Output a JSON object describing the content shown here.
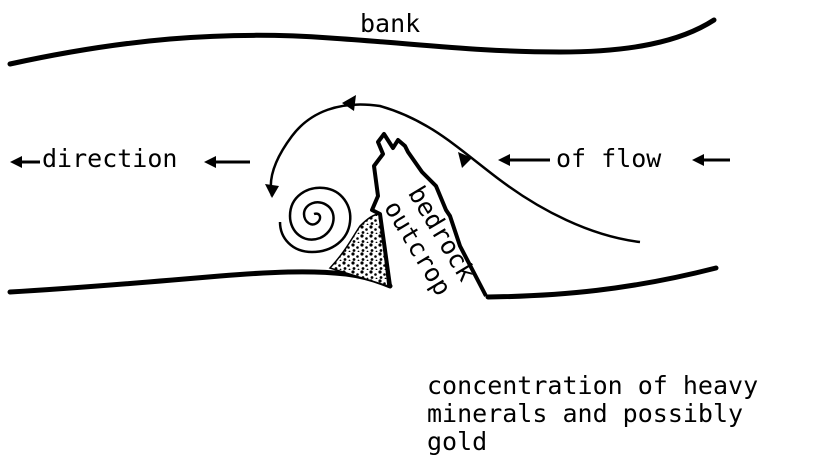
{
  "labels": {
    "bank": "bank",
    "direction": "direction",
    "of_flow": "of flow",
    "bedrock_line1": "bedrock",
    "bedrock_line2": "outcrop",
    "concentration_line1": "concentration of heavy",
    "concentration_line2": "minerals and possibly",
    "concentration_line3": "gold"
  },
  "colors": {
    "ink": "#000000",
    "background": "#ffffff"
  }
}
